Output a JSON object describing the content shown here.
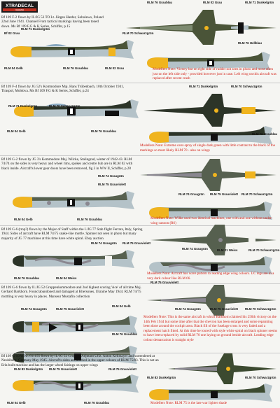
{
  "logo": {
    "brand": "XTRADECAL",
    "code": "X48150"
  },
  "sections": [
    {
      "caption": "Bf 109 F-2 flown by II./JG 53 TO Lt. Jürgen Harder, Sobolewo, Poland 22nd June 1941. Channel Front tactical markings having been toned down. Ms Bf 109 F,G & K Series, Schiffer, p.15",
      "note": "Modellers Note: Victory bar on right side of rudder not seen in photo and most often just on the left side only - provided however just in case. Left wing on this aircraft was replaced after recent crash",
      "labels": [
        "Bf 02 Grau",
        "RLM 71 Dunkelgrün",
        "RLM 04 Gelb",
        "RLM 76 Graublau",
        "RLM 02 Grau",
        "RLM 70 Schwarzgrün",
        "RLM 76 Hellblau",
        "RLM 02 Grau",
        "RLM 71 Dunkelgrün",
        "RLM 76 Graublau"
      ]
    },
    {
      "caption": "Bf 109 F-4 flown by JG 52's Kommodore Maj. Hans Trübenbach, 10th October 1941, Tiraspol, Moldova. Ms Bf 109 F,G & K Series, Schiffer, p.24",
      "note": "Modellers Note: Extreme over-spray of single dark green with little contrast to the black of the markings so most likely RLM 70 - also on wings",
      "labels": [
        "RLM 71 Dunkelgrün",
        "RLM 70 Schwarzgrün",
        "RLM 04 Gelb",
        "RLM 76 Graublau",
        "RLM 71 Dunkelgrün",
        "RLM 70 Schwarzgrün",
        "RLM 76 Graublau"
      ]
    },
    {
      "caption": "Bf 109 G-2 flown by JG 3's Kommodore Maj. Wilcke, Stalingrad, winter of 1942-43. RLM 74/74 on the sides is very heavy and wheel rims, spokes and centre hub are in RLM 02 with black inside. Aircraft's lower gear doors have been removed, fig 3 in WW II, Schiffer, p.28",
      "note": "Modellers Note: Wilke used two identical machines, one with and one without under-wing cannon (R6)",
      "labels": [
        "RLM 74 Graugrün",
        "RLM 75 Grauviolett",
        "RLM 04 Gelb",
        "RLM 76 Graublau",
        "RLM 74 Graugrün",
        "RLM 75 Grauviolett",
        "RLM 70 Schwarzgrün"
      ]
    },
    {
      "caption": "Bf 109 G-6 (trop?) flown by the Major of Staff within the I./JG 77 Stab flight Ferrara, Italy, Spring 1944. Sides of aircraft have RLM 74/75 snake-like mottle. Spinner not seen in photo but many majority of JG 77 machines at this time have white spiral. Ebay auction",
      "note": "Modellers Note: Aircraft has wave pattern to leading edge wing colours. UC legs are in a very dark colour like RLM 66.",
      "labels": [
        "RLM 74 Graugrün",
        "RLM 75 Grauviolett",
        "RLM 76 Graublau",
        "RLM 04 Weiss",
        "RLM 74 Graugrün",
        "RLM 75 Grauviolett",
        "RLM 21 Weiss",
        "RLM 70 Schwarzgrün"
      ]
    },
    {
      "caption": "Bf 109 G-6 flown by II./JG 52 Gruppenkommodore and 2nd highest scoring 'Ace' of all time Maj. Gerhard Barkhorn. Found abandoned and damaged at Khersones, Ukraine May 1944. RLM 74/75 mottling is very heavy in places. Manseur Mustafin collection",
      "note": "Modellers Note: This is the same aircraft in which Barkhorn claimed his 250th victory on the 14th Feb 1944 but some time after that the chevron has been enlarged and some repainting been done around the cockpit area. Black fill of the fuselage cross is very faded and a replacement hatch fitted. At this time he toured with style white spiral on black spinner seems to have been replaced by solid RLM 70 one laying on ground beside aircraft. Leading edge colour demarcation is straight style",
      "labels": [
        "RLM 04 Gelb",
        "RLM 74 Graugrün",
        "RLM 75 Grauviolett",
        "RLM 76 Graublau",
        "RLM 74 Graugrün",
        "RLM 75 Grauviolett",
        "RLM 70 Schwarzgrün"
      ]
    },
    {
      "caption": "Bf 109 G-10 W.Nr. 611155 flown by II./JG 52 Gruppen Adjutant Uffz. Anton Kellmayer and surrendered at Neubiberg, Germany May 1945. Aircraft's sides are mottled in the upper colours of RLM 75/83. This is not an Erla built machine and has the larger wheel fairings on upper wings",
      "note": "Modellers Note: RLM 75 is the late war lighter shade",
      "labels": [
        "RLM 83 Dunkelgrün",
        "RLM 75 Grauviolett",
        "RLM 04 Gelb",
        "RLM 76 Graublau",
        "RLM 83 Dunkelgrün",
        "RLM 75 Grauviolett",
        "RLM 70 Schwarzgrün"
      ]
    }
  ],
  "colors": {
    "note_red": "#d21a10",
    "rlm04_yellow": "#f0b41e",
    "rlm76_blue": "#b4c2c8",
    "rlm74": "#56604f",
    "rlm75": "#8a8790",
    "rlm70": "#2c3428",
    "rlm71": "#4a5438"
  }
}
